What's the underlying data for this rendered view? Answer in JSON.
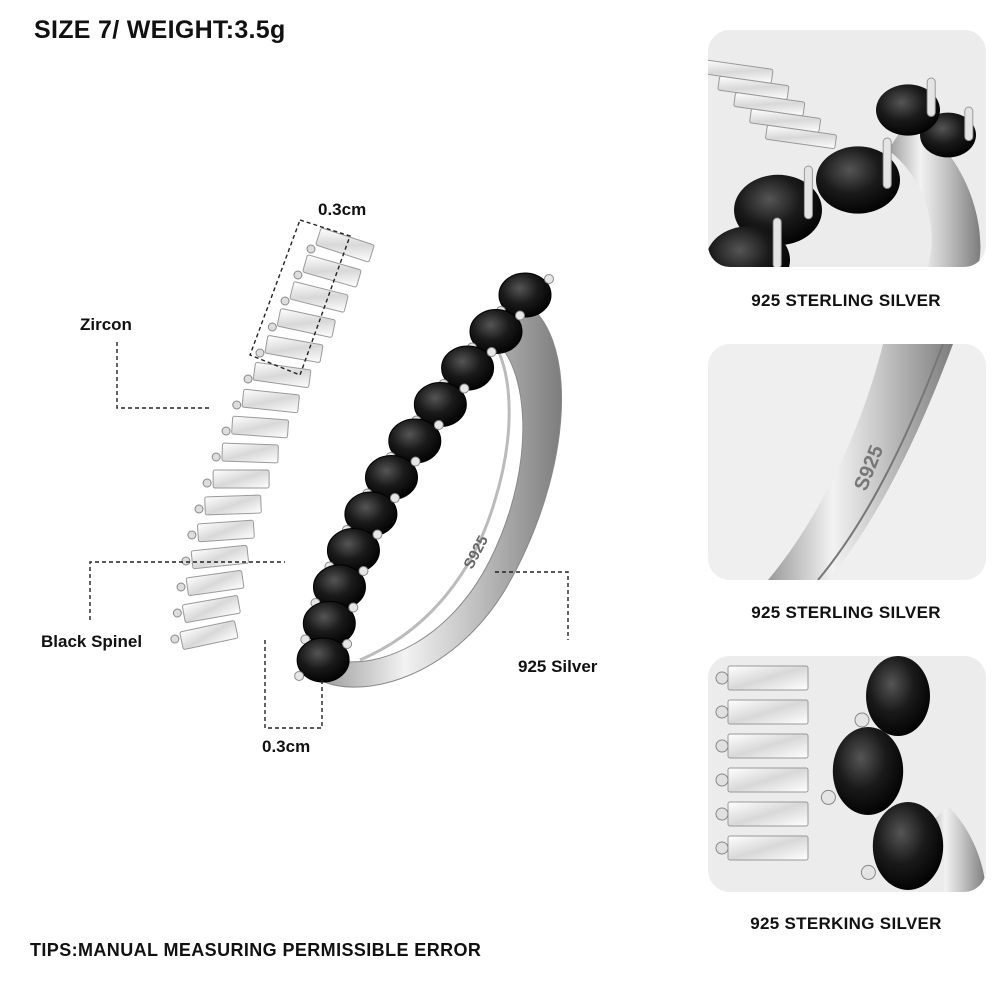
{
  "header": {
    "title": "SIZE 7/ WEIGHT:3.5g"
  },
  "callouts": {
    "top_width": "0.3cm",
    "zircon": "Zircon",
    "black_spinel": "Black Spinel",
    "bottom_width": "0.3cm",
    "silver": "925 Silver"
  },
  "stamp": "S925",
  "panels": [
    {
      "caption": "925 STERLING SILVER"
    },
    {
      "caption": "925 STERLING SILVER",
      "stamp": "S925"
    },
    {
      "caption": "925 STERKING SILVER"
    }
  ],
  "footer": {
    "tips": "TIPS:MANUAL MEASURING PERMISSIBLE  ERROR"
  },
  "colors": {
    "metal": "#d9d9d9",
    "stone_black": "#111111",
    "zircon": "#f4f4f4",
    "panel_bg": "#eeeeee"
  }
}
